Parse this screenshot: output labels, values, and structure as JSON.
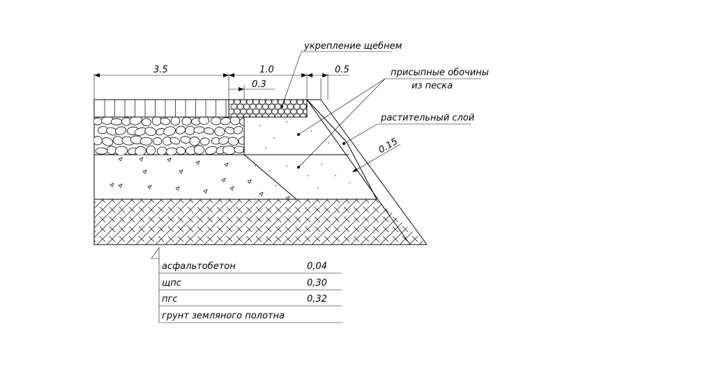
{
  "dimensions": {
    "pavement_width": "3.5",
    "shoulder_reinforced_width": "1.0",
    "reinforcement_offset": "0.3",
    "shoulder_outer_width": "0.5",
    "topsoil_thickness": "0.15"
  },
  "callouts": {
    "gravel_reinforcement": "укрепление щебнем",
    "sand_shoulder_line1": "присыпные обочины",
    "sand_shoulder_line2": "из песка",
    "topsoil": "растительный слой"
  },
  "layers_table": [
    {
      "name": "асфальтобетон",
      "thickness": "0,04"
    },
    {
      "name": "щпс",
      "thickness": "0,30"
    },
    {
      "name": "пгс",
      "thickness": "0,32"
    },
    {
      "name": "грунт земляного полотна",
      "thickness": ""
    }
  ]
}
